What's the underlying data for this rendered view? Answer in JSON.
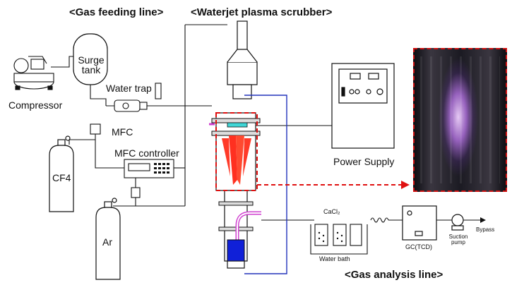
{
  "headers": {
    "gas_feeding_line": "<Gas feeding line>",
    "scrubber": "<Waterjet plasma scrubber>",
    "gas_analysis_line": "<Gas analysis line>"
  },
  "components": {
    "compressor": "Compressor",
    "surge_tank": "Surge tank",
    "water_trap": "Water trap",
    "mfc": "MFC",
    "mfc_controller": "MFC controller",
    "cf4": "CF4",
    "ar": "Ar",
    "power_supply": "Power Supply",
    "cacl2": "CaCl₂",
    "water_bath": "Water bath",
    "gc": "GC(TCD)",
    "suction_pump": "Suction pump",
    "bypass": "Bypass"
  },
  "colors": {
    "line": "#111111",
    "plasma": "#ff3020",
    "highlight": "#e01010",
    "water_line": "#2233bb",
    "water_tank": "#1020d8",
    "nozzle": "#d040d0"
  }
}
